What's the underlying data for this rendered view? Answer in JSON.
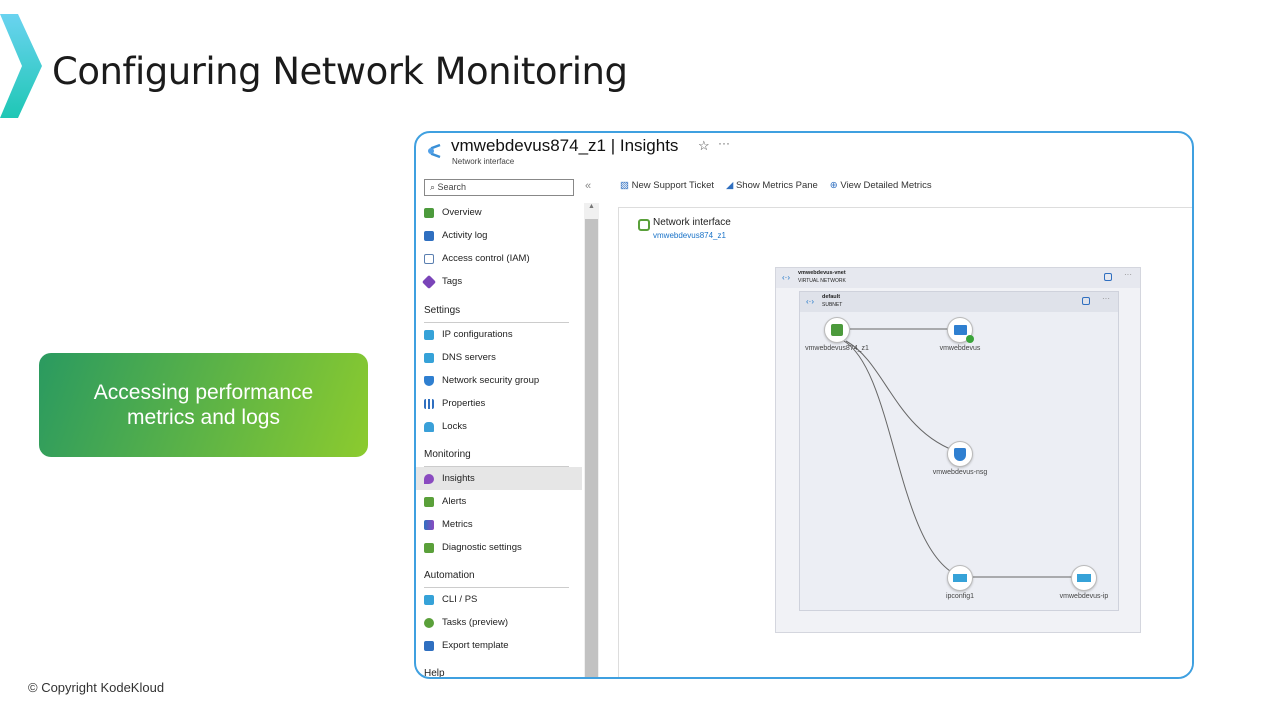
{
  "slide": {
    "title": "Configuring Network Monitoring",
    "card": "Accessing performance metrics and logs",
    "copyright": "© Copyright KodeKloud"
  },
  "portal": {
    "resource_title": "vmwebdevus874_z1 | Insights",
    "resource_type": "Network interface",
    "search_placeholder": "Search",
    "toolbar": [
      "New Support Ticket",
      "Show Metrics Pane",
      "View Detailed Metrics"
    ],
    "sidebar": {
      "top": [
        "Overview",
        "Activity log",
        "Access control (IAM)",
        "Tags"
      ],
      "settings_label": "Settings",
      "settings": [
        "IP configurations",
        "DNS servers",
        "Network security group",
        "Properties",
        "Locks"
      ],
      "monitoring_label": "Monitoring",
      "monitoring": [
        "Insights",
        "Alerts",
        "Metrics",
        "Diagnostic settings"
      ],
      "automation_label": "Automation",
      "automation": [
        "CLI / PS",
        "Tasks (preview)",
        "Export template"
      ],
      "help_label": "Help"
    },
    "selected": "Insights",
    "card": {
      "title": "Network interface",
      "link": "vmwebdevus874_z1"
    },
    "topology": {
      "vnet": {
        "name": "vmwebdevus-vnet",
        "type": "VIRTUAL NETWORK"
      },
      "subnet": {
        "name": "default",
        "type": "SUBNET"
      },
      "nodes": [
        "vmwebdevus874_z1",
        "vmwebdevus",
        "vmwebdevus-nsg",
        "ipconfig1",
        "vmwebdevus-ip"
      ]
    }
  }
}
